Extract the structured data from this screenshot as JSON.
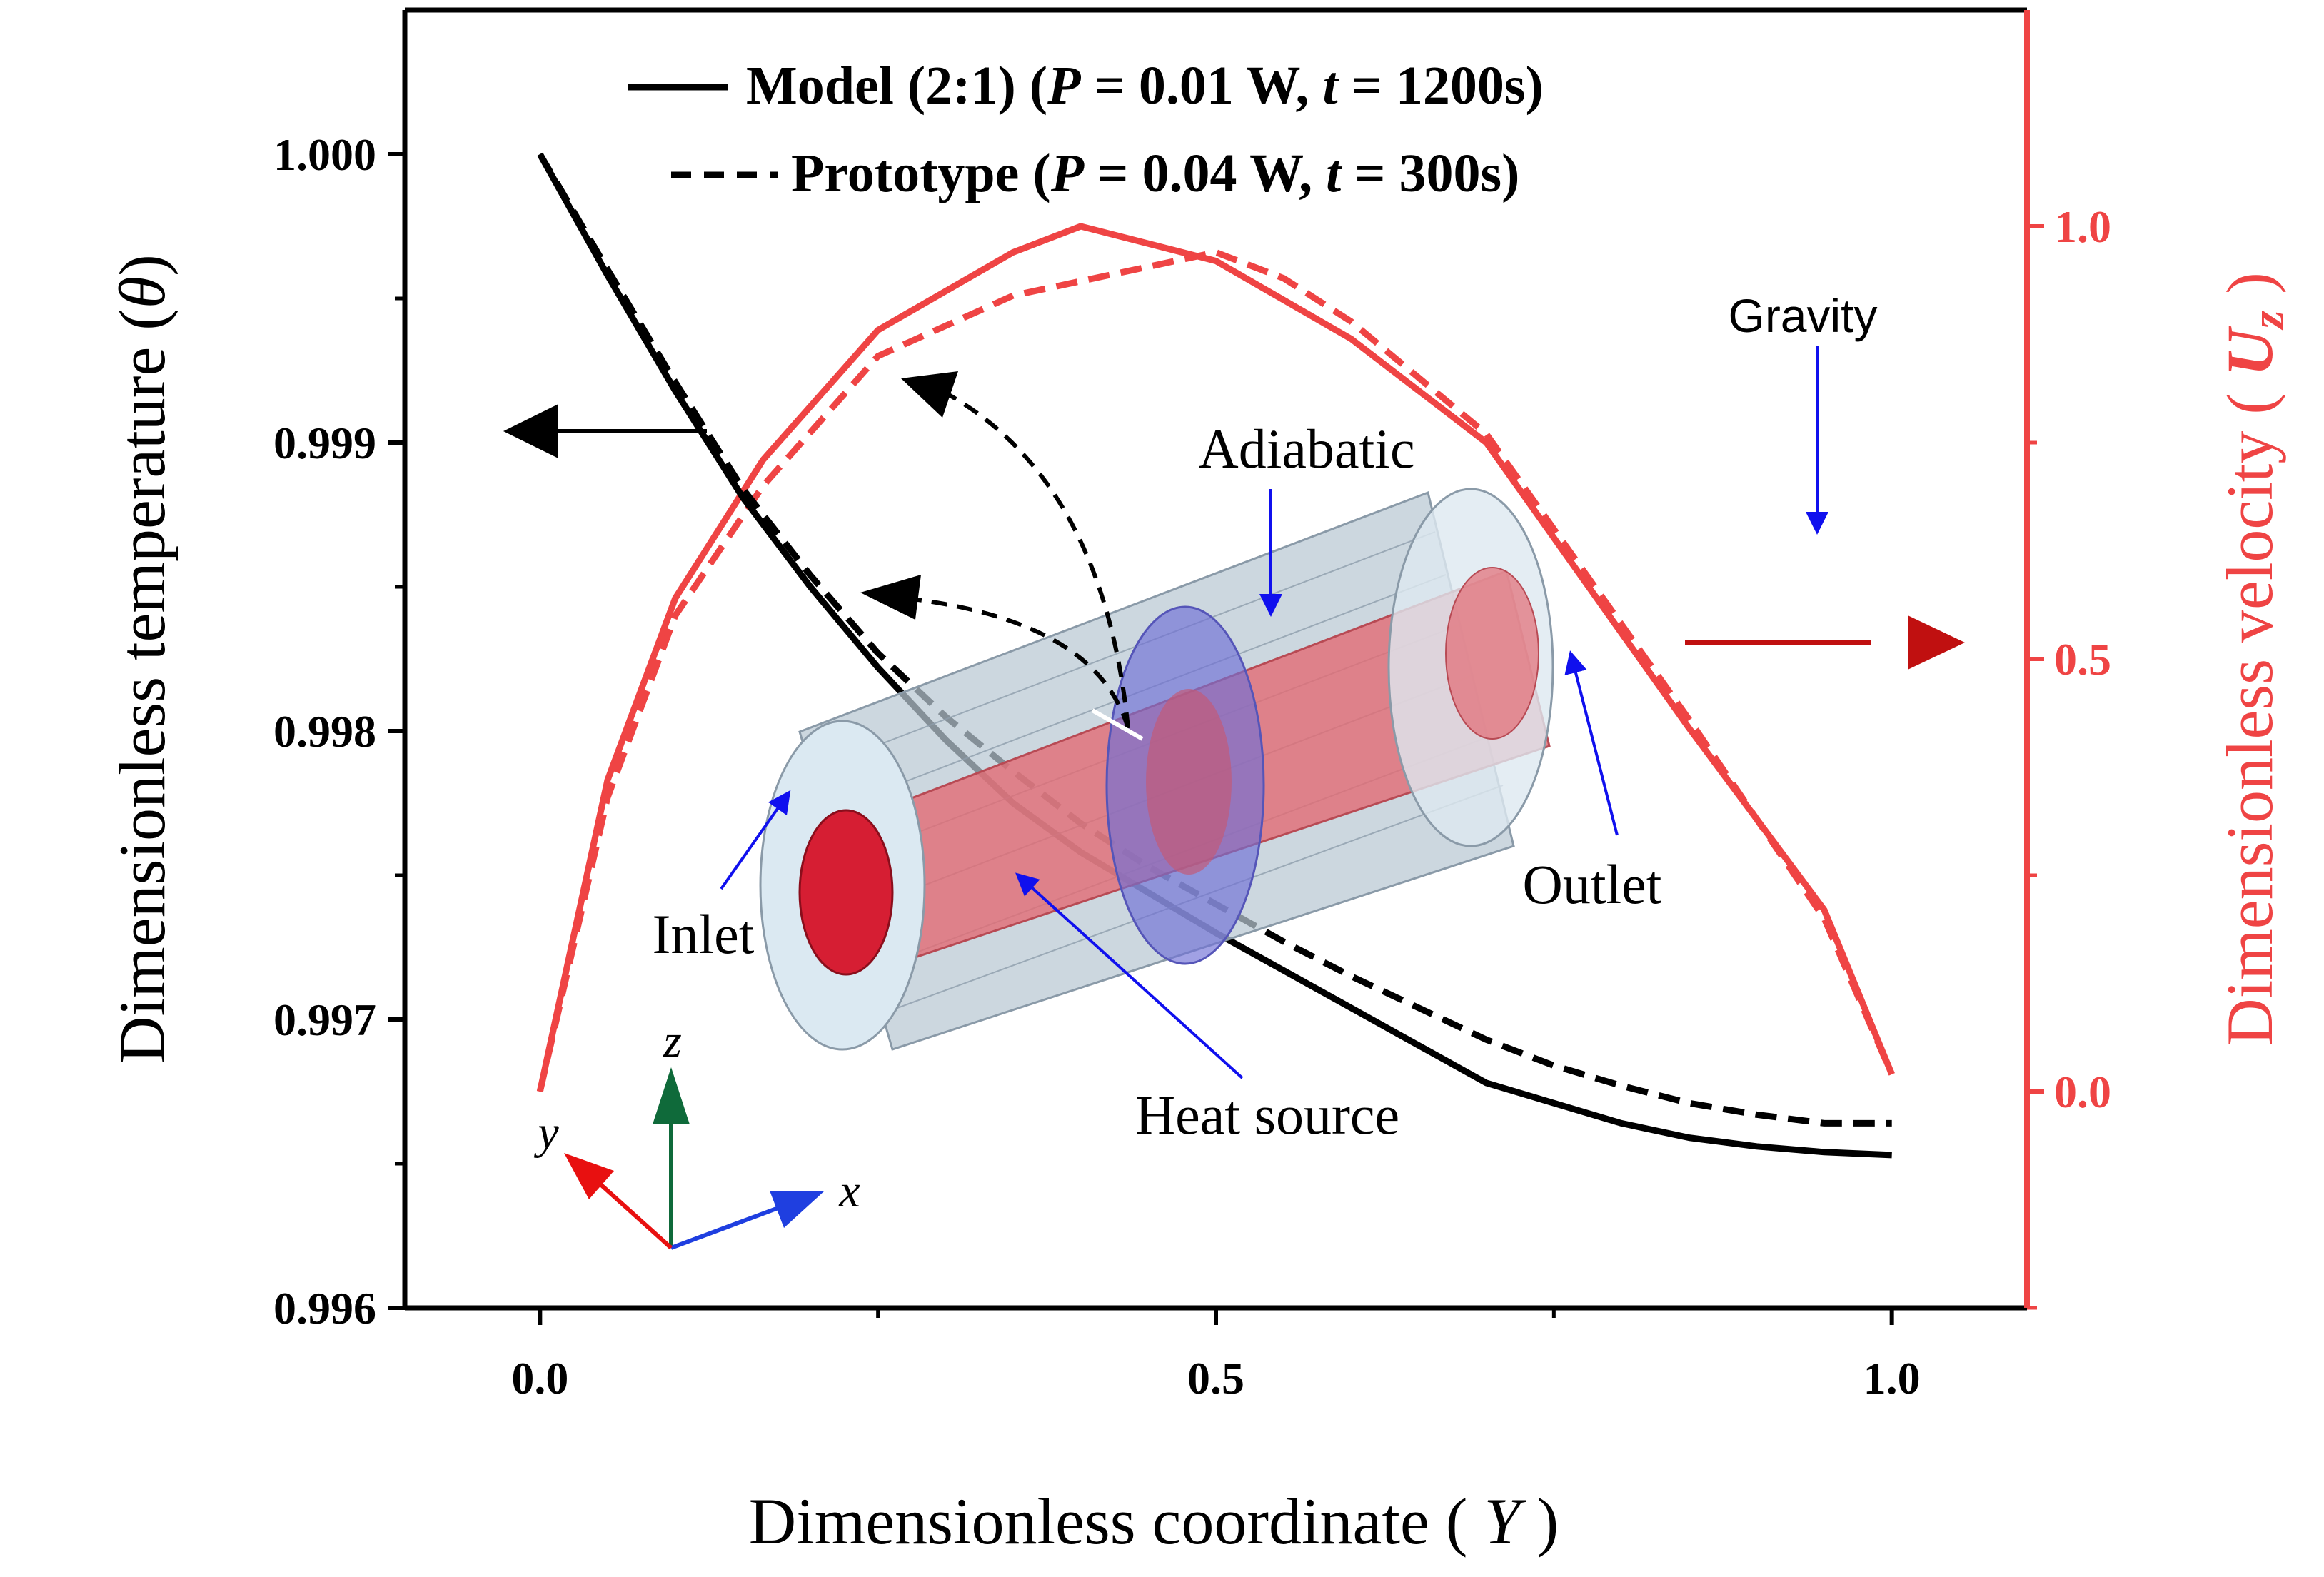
{
  "chart_data": {
    "type": "line",
    "xlabel": "Dimensionless coordinate ( Y )",
    "xlabel_parts": [
      "Dimensionless coordinate ( ",
      "Y",
      " )"
    ],
    "ylabel_left": "Dimensionless temperature (θ)",
    "ylabel_left_parts": [
      "Dimensionless temperature (",
      "θ",
      ")"
    ],
    "ylabel_right": "Dimensionless velocity ( Uz )",
    "ylabel_right_parts": [
      "Dimensionless velocity ( ",
      "U",
      "z",
      " )"
    ],
    "xlim": [
      -0.1,
      1.1
    ],
    "ylim_left": [
      0.996,
      1.0005
    ],
    "ylim_right": [
      -0.25,
      1.25
    ],
    "x_ticks": [
      "0.0",
      "0.5",
      "1.0"
    ],
    "y_left_ticks": [
      "0.996",
      "0.997",
      "0.998",
      "0.999",
      "1.000"
    ],
    "y_right_ticks": [
      "0.0",
      "0.5",
      "1.0"
    ],
    "legend": [
      {
        "label_parts": [
          "Model (2:1) (",
          "P",
          " = 0.01 W, ",
          "t",
          " = 1200s)"
        ],
        "style": "solid"
      },
      {
        "label_parts": [
          "Prototype (",
          "P",
          " = 0.04 W, ",
          "t",
          " = 300s)"
        ],
        "style": "dashed"
      }
    ],
    "legend_position": "top-center",
    "grid": false,
    "colors": {
      "temperature": "#000000",
      "velocity": "#ef4444",
      "right_axis": "#ef4444",
      "arrow_right": "#c01010"
    },
    "series": [
      {
        "name": "Model (2:1) (P = 0.01 W, t = 1200s)",
        "axis": "left",
        "style": "solid",
        "color": "#000000",
        "x": [
          0.0,
          0.05,
          0.1,
          0.15,
          0.2,
          0.25,
          0.3,
          0.35,
          0.4,
          0.45,
          0.5,
          0.55,
          0.6,
          0.65,
          0.7,
          0.75,
          0.8,
          0.85,
          0.9,
          0.95,
          1.0
        ],
        "y": [
          1.0,
          0.99958,
          0.99918,
          0.99881,
          0.9985,
          0.99822,
          0.99797,
          0.99775,
          0.99758,
          0.99744,
          0.9973,
          0.99717,
          0.99704,
          0.99691,
          0.99678,
          0.99671,
          0.99664,
          0.99659,
          0.99656,
          0.99654,
          0.99653
        ]
      },
      {
        "name": "Prototype (P = 0.04 W, t = 300s)",
        "axis": "left",
        "style": "dashed",
        "color": "#000000",
        "x": [
          0.0,
          0.05,
          0.1,
          0.15,
          0.2,
          0.25,
          0.3,
          0.35,
          0.4,
          0.45,
          0.5,
          0.55,
          0.6,
          0.65,
          0.7,
          0.75,
          0.8,
          0.85,
          0.9,
          0.95,
          1.0
        ],
        "y": [
          1.0,
          0.9996,
          0.99921,
          0.99884,
          0.99854,
          0.99827,
          0.99805,
          0.99786,
          0.99768,
          0.99753,
          0.9974,
          0.99727,
          0.99715,
          0.99704,
          0.99693,
          0.99684,
          0.99677,
          0.99671,
          0.99667,
          0.99664,
          0.99664
        ]
      },
      {
        "name": "Model velocity",
        "axis": "right",
        "style": "solid",
        "color": "#ef4444",
        "x": [
          0.0,
          0.05,
          0.1,
          0.165,
          0.25,
          0.35,
          0.4,
          0.5,
          0.6,
          0.7,
          0.85,
          0.95,
          1.0
        ],
        "y": [
          0.0,
          0.36,
          0.57,
          0.73,
          0.88,
          0.97,
          1.0,
          0.96,
          0.87,
          0.75,
          0.42,
          0.21,
          0.02
        ]
      },
      {
        "name": "Prototype velocity",
        "axis": "right",
        "style": "dashed",
        "color": "#ef4444",
        "x": [
          0.0,
          0.05,
          0.1,
          0.165,
          0.25,
          0.35,
          0.5,
          0.55,
          0.6,
          0.7,
          0.85,
          0.95,
          1.0
        ],
        "y": [
          0.0,
          0.34,
          0.55,
          0.7,
          0.85,
          0.92,
          0.97,
          0.94,
          0.89,
          0.76,
          0.43,
          0.2,
          0.02
        ]
      }
    ]
  },
  "inset": {
    "labels": {
      "adiabatic": "Adiabatic",
      "inlet": "Inlet",
      "outlet": "Outlet",
      "heat_source": "Heat source",
      "gravity": "Gravity"
    },
    "axes": {
      "x": "x",
      "y": "y",
      "z": "z"
    },
    "colors": {
      "pointer": "#1010ee",
      "outer_cylinder": "#b9c7d3",
      "inner_cylinder": "#e26b74",
      "section": "#6f6fd6",
      "axis_x": "#1f3fe0",
      "axis_y": "#e81010",
      "axis_z": "#0f6a3a"
    }
  }
}
